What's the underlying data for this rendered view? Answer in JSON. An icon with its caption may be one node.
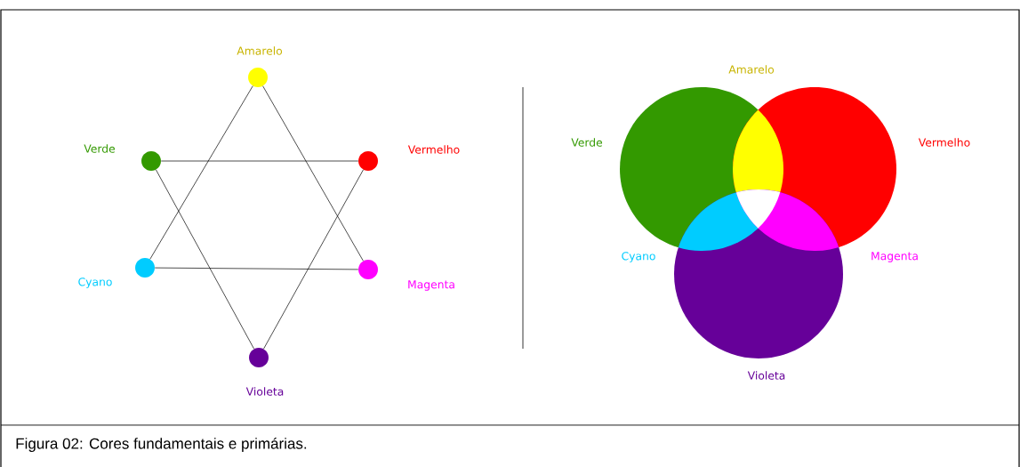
{
  "diagram": {
    "caption": "Figura 02: Cores fundamentais e primárias.",
    "nodes": [
      {
        "text": [],
        "shape": "circle",
        "beside": [
          "Amarelo"
        ]
      },
      {
        "text": [],
        "shape": "circle",
        "beside": [
          "Verde"
        ]
      },
      {
        "text": [],
        "shape": "circle",
        "beside": [
          "Vermelho"
        ]
      },
      {
        "text": [],
        "shape": "circle",
        "beside": [
          "Cyano"
        ]
      },
      {
        "text": [],
        "shape": "circle",
        "beside": [
          "Magenta"
        ]
      },
      {
        "text": [],
        "shape": "circle",
        "beside": [
          "Violeta"
        ]
      },
      {
        "text": [],
        "shape": "circle",
        "beside": [
          "Verde"
        ]
      },
      {
        "text": [],
        "shape": "circle",
        "beside": [
          "Vermelho"
        ]
      },
      {
        "text": [],
        "shape": "circle",
        "beside": [
          "Violeta"
        ]
      }
    ],
    "edges": [
      {
        "from": 0,
        "to": 3,
        "arrow": "none"
      },
      {
        "from": 0,
        "to": 4,
        "arrow": "none"
      },
      {
        "from": 3,
        "to": 4,
        "arrow": "none"
      },
      {
        "from": 1,
        "to": 2,
        "arrow": "none"
      },
      {
        "from": 1,
        "to": 5,
        "arrow": "none"
      },
      {
        "from": 2,
        "to": 5,
        "arrow": "none"
      }
    ],
    "labels": [
      "Amarelo",
      "Cyano",
      "Magenta"
    ]
  }
}
